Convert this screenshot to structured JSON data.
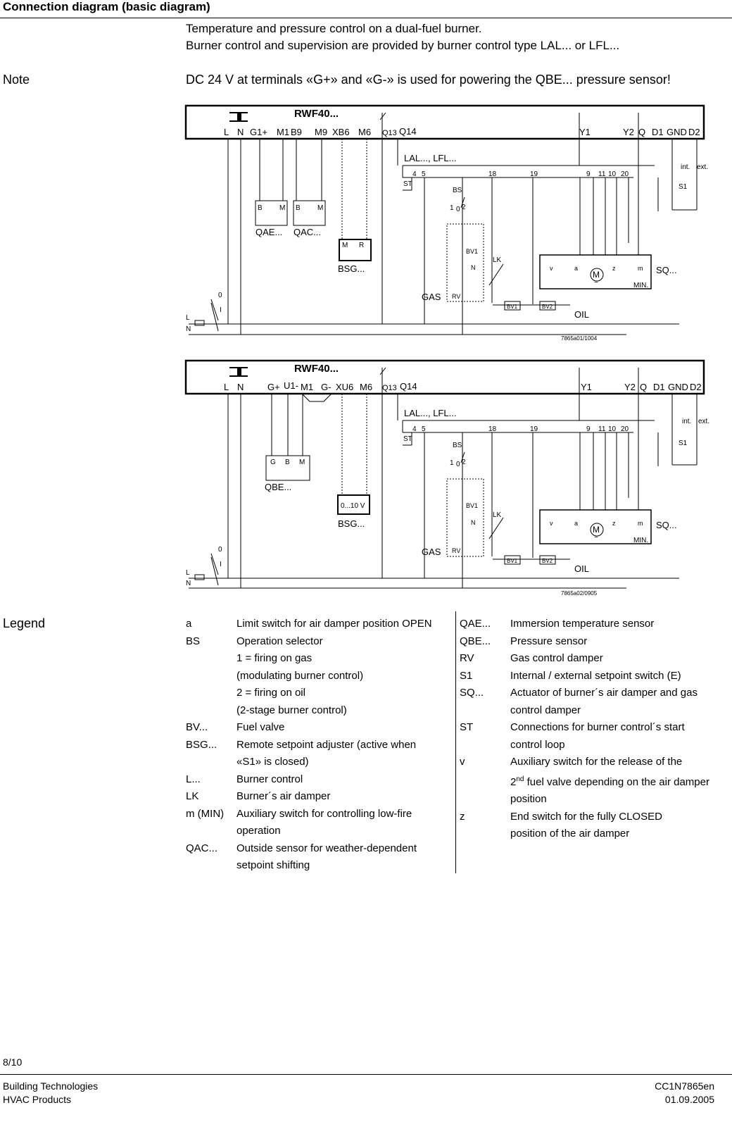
{
  "section_title": "Connection diagram (basic diagram)",
  "intro": [
    "Temperature and pressure control on a dual-fuel burner.",
    "Burner control and supervision are provided by burner control type LAL... or LFL..."
  ],
  "note": {
    "label": "Note",
    "text": "DC 24 V at terminals «G+» and «G-» is used for powering the QBE... pressure sensor!"
  },
  "diagram1": {
    "title": "RWF40...",
    "terminals": [
      "L",
      "N",
      "G1+",
      "M1",
      "B9",
      "M9",
      "XB6",
      "M6",
      "Q13",
      "Q14",
      "Y1",
      "Y2",
      "Q",
      "D1",
      "GND",
      "D2"
    ],
    "lal": "LAL..., LFL...",
    "lal_pins": [
      "4",
      "5",
      "18",
      "19",
      "9",
      "11",
      "10",
      "20"
    ],
    "st": "ST",
    "bs": "BS",
    "bs_pos": [
      "1",
      "0",
      "2"
    ],
    "qae": "QAE...",
    "qae_pins": [
      "B",
      "M"
    ],
    "qac": "QAC...",
    "qac_pins": [
      "B",
      "M"
    ],
    "bsg": "BSG...",
    "bsg_pins": [
      "M",
      "R"
    ],
    "gas": "GAS",
    "oil": "OIL",
    "lk": "LK",
    "rv": "RV",
    "n": "N",
    "bv1": "BV1",
    "bv2": "BV2",
    "sq": "SQ...",
    "min": "MIN.",
    "sq_pins": [
      "v",
      "a",
      "z",
      "m"
    ],
    "motor": "M",
    "motor_tilde": "~",
    "int": "int.",
    "ext": "ext.",
    "s1": "S1",
    "supply": [
      "L",
      "N"
    ],
    "switch": [
      "0",
      "I"
    ],
    "code": "7865a01/1004"
  },
  "diagram2": {
    "title": "RWF40...",
    "terminals": [
      "L",
      "N",
      "G+",
      "U1-",
      "M1",
      "G-",
      "XU6",
      "M6",
      "Q13",
      "Q14",
      "Y1",
      "Y2",
      "Q",
      "D1",
      "GND",
      "D2"
    ],
    "lal": "LAL..., LFL...",
    "lal_pins": [
      "4",
      "5",
      "18",
      "19",
      "9",
      "11",
      "10",
      "20"
    ],
    "st": "ST",
    "bs": "BS",
    "bs_pos": [
      "1",
      "0",
      "2"
    ],
    "qbe": "QBE...",
    "qbe_pins": [
      "G",
      "B",
      "M"
    ],
    "bsg": "BSG...",
    "bsg_label": "0...10 V",
    "gas": "GAS",
    "oil": "OIL",
    "lk": "LK",
    "rv": "RV",
    "n": "N",
    "bv1": "BV1",
    "bv2": "BV2",
    "sq": "SQ...",
    "min": "MIN.",
    "sq_pins": [
      "v",
      "a",
      "z",
      "m"
    ],
    "motor": "M",
    "motor_tilde": "~",
    "int": "int.",
    "ext": "ext.",
    "s1": "S1",
    "supply": [
      "L",
      "N"
    ],
    "switch": [
      "0",
      "I"
    ],
    "code": "7865a02/0905"
  },
  "legend": {
    "label": "Legend",
    "left": [
      [
        "a",
        "Limit switch for air damper position OPEN"
      ],
      [
        "BS",
        "Operation selector"
      ],
      [
        "",
        "1 = firing on gas"
      ],
      [
        "",
        "(modulating burner control)"
      ],
      [
        "",
        "2 = firing on oil"
      ],
      [
        "",
        "(2-stage burner control)"
      ],
      [
        "BV...",
        "Fuel valve"
      ],
      [
        "BSG...",
        "Remote setpoint adjuster (active when"
      ],
      [
        "",
        "«S1» is closed)"
      ],
      [
        "L...",
        "Burner control"
      ],
      [
        "LK",
        "Burner´s air damper"
      ],
      [
        "m (MIN)",
        "Auxiliary switch for controlling low-fire"
      ],
      [
        "",
        "operation"
      ],
      [
        "QAC...",
        "Outside sensor for weather-dependent"
      ],
      [
        "",
        "setpoint shifting"
      ]
    ],
    "right": [
      [
        "QAE...",
        "Immersion temperature sensor"
      ],
      [
        "QBE...",
        "Pressure sensor"
      ],
      [
        "RV",
        "Gas control damper"
      ],
      [
        "S1",
        "Internal / external setpoint switch (E)"
      ],
      [
        "SQ...",
        "Actuator of burner´s air damper and gas"
      ],
      [
        "",
        "control damper"
      ],
      [
        "ST",
        "Connections for burner control´s start"
      ],
      [
        "",
        "control loop"
      ],
      [
        "v",
        "Auxiliary switch for the release of the"
      ],
      [
        "",
        "2nd fuel valve depending on the air damper"
      ],
      [
        "",
        "position"
      ],
      [
        "z",
        "End switch for the fully CLOSED"
      ],
      [
        "",
        "position of the air damper"
      ]
    ]
  },
  "footer": {
    "page": "8/10",
    "company": "Building Technologies",
    "division": "HVAC Products",
    "doc": "CC1N7865en",
    "date": "01.09.2005"
  }
}
